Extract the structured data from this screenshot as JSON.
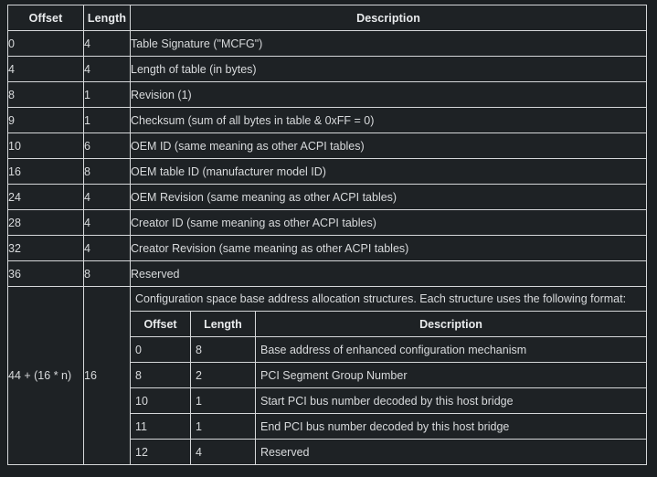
{
  "table": {
    "headers": {
      "offset": "Offset",
      "length": "Length",
      "description": "Description"
    },
    "rows": [
      {
        "offset": "0",
        "length": "4",
        "description": "Table Signature (\"MCFG\")"
      },
      {
        "offset": "4",
        "length": "4",
        "description": "Length of table (in bytes)"
      },
      {
        "offset": "8",
        "length": "1",
        "description": "Revision (1)"
      },
      {
        "offset": "9",
        "length": "1",
        "description": "Checksum (sum of all bytes in table & 0xFF = 0)"
      },
      {
        "offset": "10",
        "length": "6",
        "description": "OEM ID (same meaning as other ACPI tables)"
      },
      {
        "offset": "16",
        "length": "8",
        "description": "OEM table ID (manufacturer model ID)"
      },
      {
        "offset": "24",
        "length": "4",
        "description": "OEM Revision (same meaning as other ACPI tables)"
      },
      {
        "offset": "28",
        "length": "4",
        "description": "Creator ID (same meaning as other ACPI tables)"
      },
      {
        "offset": "32",
        "length": "4",
        "description": "Creator Revision (same meaning as other ACPI tables)"
      },
      {
        "offset": "36",
        "length": "8",
        "description": "Reserved"
      }
    ],
    "nested_row": {
      "offset": "44 + (16 * n)",
      "length": "16",
      "intro": "Configuration space base address allocation structures. Each structure uses the following format:",
      "nested_table": {
        "headers": {
          "offset": "Offset",
          "length": "Length",
          "description": "Description"
        },
        "rows": [
          {
            "offset": "0",
            "length": "8",
            "description": "Base address of enhanced configuration mechanism"
          },
          {
            "offset": "8",
            "length": "2",
            "description": "PCI Segment Group Number"
          },
          {
            "offset": "10",
            "length": "1",
            "description": "Start PCI bus number decoded by this host bridge"
          },
          {
            "offset": "11",
            "length": "1",
            "description": "End PCI bus number decoded by this host bridge"
          },
          {
            "offset": "12",
            "length": "4",
            "description": "Reserved"
          }
        ]
      }
    }
  },
  "colors": {
    "page_background": "#1b1f22",
    "cell_background": "#1e2225",
    "border": "#d5d7d9",
    "outer_border": "#8a8f93",
    "text": "#d8dadc",
    "header_text": "#e9ebed"
  }
}
